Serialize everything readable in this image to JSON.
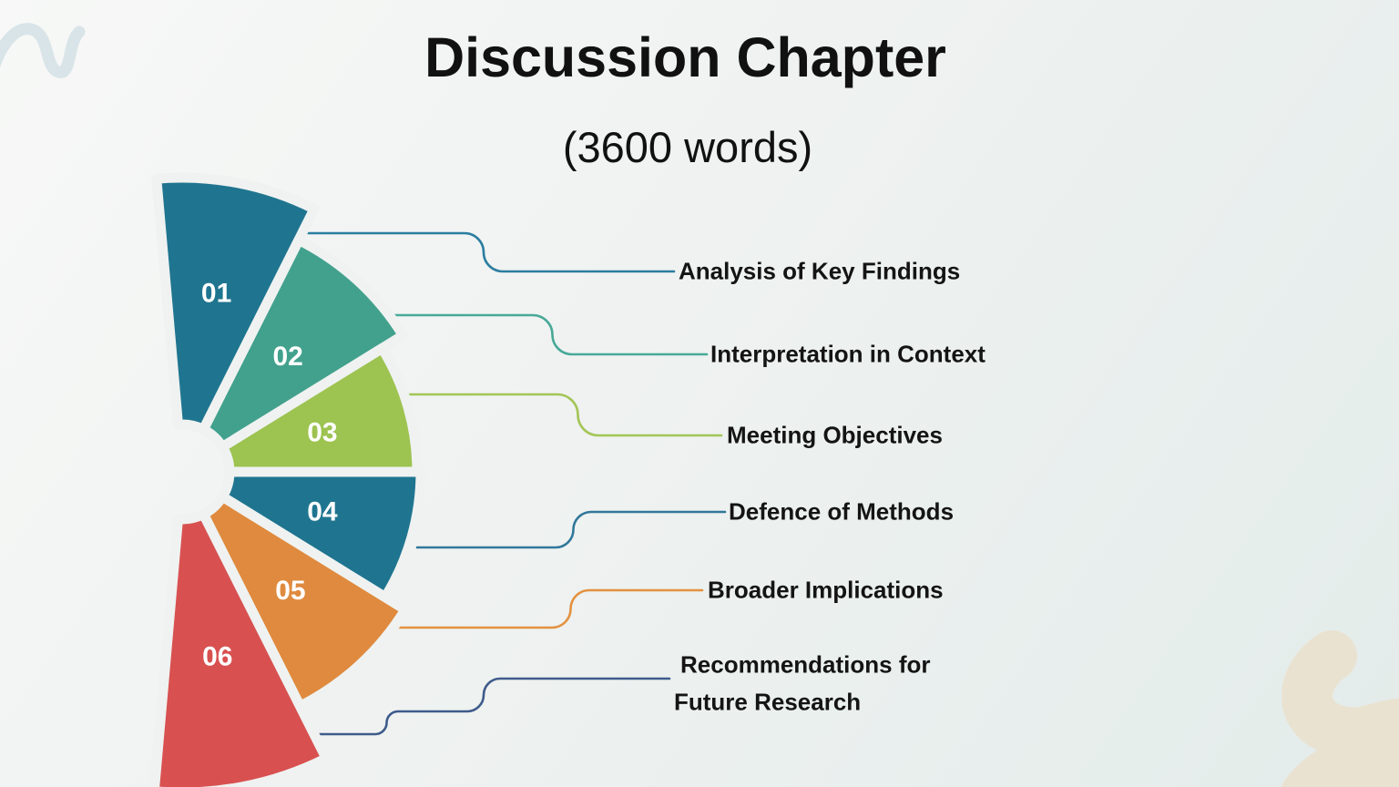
{
  "title": "Discussion Chapter",
  "subtitle": "(3600 words)",
  "colors": {
    "background_start": "#f7f8f7",
    "background_end": "#e3ecea",
    "squiggle": "#d8e4e8",
    "blob": "#eae2d1",
    "label_text": "#141414",
    "number_text": "#ffffff"
  },
  "segments": [
    {
      "number": "01",
      "label": "Analysis of Key Findings",
      "color": "#1f7590",
      "line_color": "#2b7da0"
    },
    {
      "number": "02",
      "label": "Interpretation in Context",
      "color": "#42a18d",
      "line_color": "#48a998"
    },
    {
      "number": "03",
      "label": "Meeting Objectives",
      "color": "#9dc351",
      "line_color": "#a3c556"
    },
    {
      "number": "04",
      "label": "Defence of Methods",
      "color": "#1f7590",
      "line_color": "#31789b"
    },
    {
      "number": "05",
      "label": "Broader Implications",
      "color": "#df8a3e",
      "line_color": "#e4913f"
    },
    {
      "number": "06",
      "label": "Recommendations for Future Research",
      "label_line1": "Recommendations for",
      "label_line2": "Future Research",
      "color": "#d85150",
      "line_color": "#3e5b8b"
    }
  ]
}
